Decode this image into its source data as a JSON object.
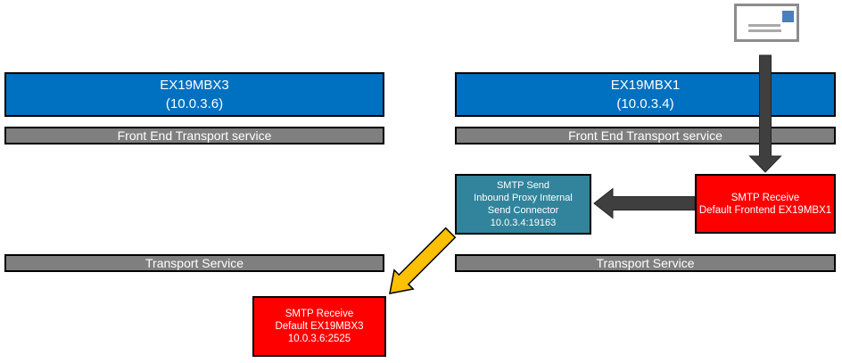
{
  "left_server": {
    "name": "EX19MBX3",
    "ip": "(10.0.3.6)",
    "frontend_service": "Front End Transport service",
    "transport_service": "Transport Service"
  },
  "right_server": {
    "name": "EX19MBX1",
    "ip": "(10.0.3.4)",
    "frontend_service": "Front End Transport service",
    "transport_service": "Transport Service"
  },
  "connectors": {
    "frontend_receive": {
      "lines": [
        "SMTP Receive",
        "Default Frontend EX19MBX1"
      ]
    },
    "smtp_send": {
      "lines": [
        "SMTP Send",
        "Inbound Proxy Internal",
        "Send Connector",
        "10.0.3.4:19163"
      ]
    },
    "mbx3_receive": {
      "lines": [
        "SMTP Receive",
        "Default EX19MBX3",
        "10.0.3.6:2525"
      ]
    }
  },
  "icons": {
    "envelope": "envelope-icon"
  },
  "colors": {
    "server_blue": "#0070C0",
    "connector_teal": "#31849B",
    "connector_red": "#FF0000",
    "service_gray": "#7F7F7F",
    "flow_arrow_dark": "#3F3F3F",
    "flow_arrow_yellow": "#FFC000",
    "envelope_border": "#8C8C8C",
    "stamp_blue": "#4A7EBF"
  }
}
